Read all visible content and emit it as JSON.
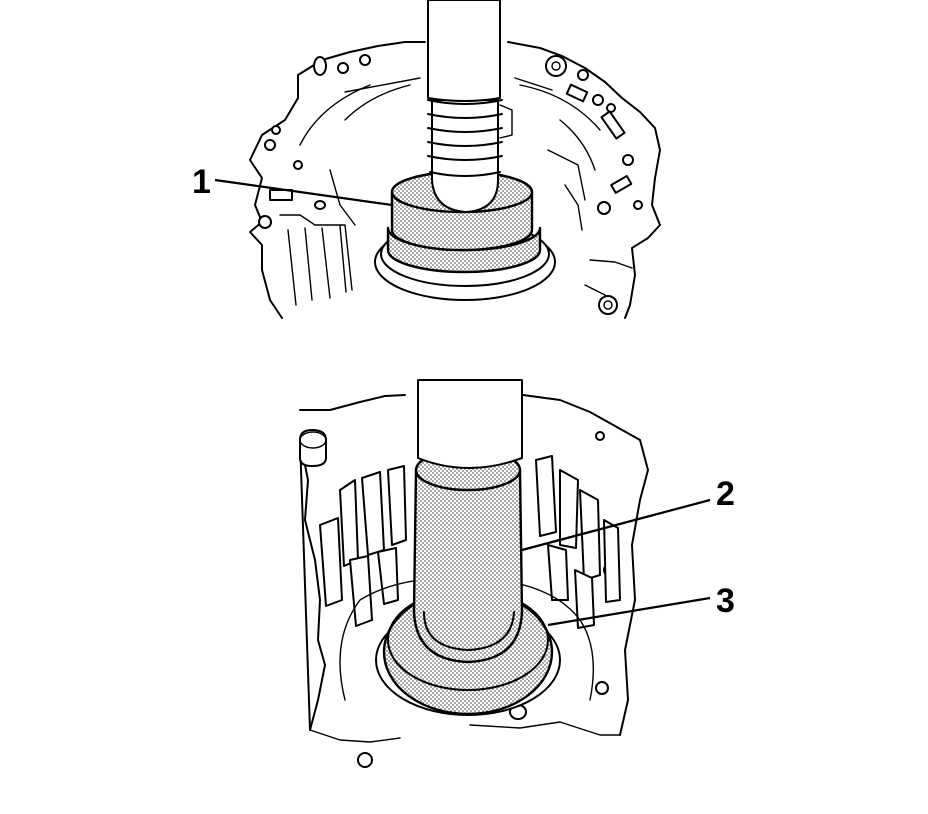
{
  "figure": {
    "callouts": [
      {
        "id": "callout-1",
        "label": "1"
      },
      {
        "id": "callout-2",
        "label": "2"
      },
      {
        "id": "callout-3",
        "label": "3"
      }
    ]
  },
  "colors": {
    "line": "#000000",
    "background": "#ffffff",
    "stipple": "#777777"
  }
}
